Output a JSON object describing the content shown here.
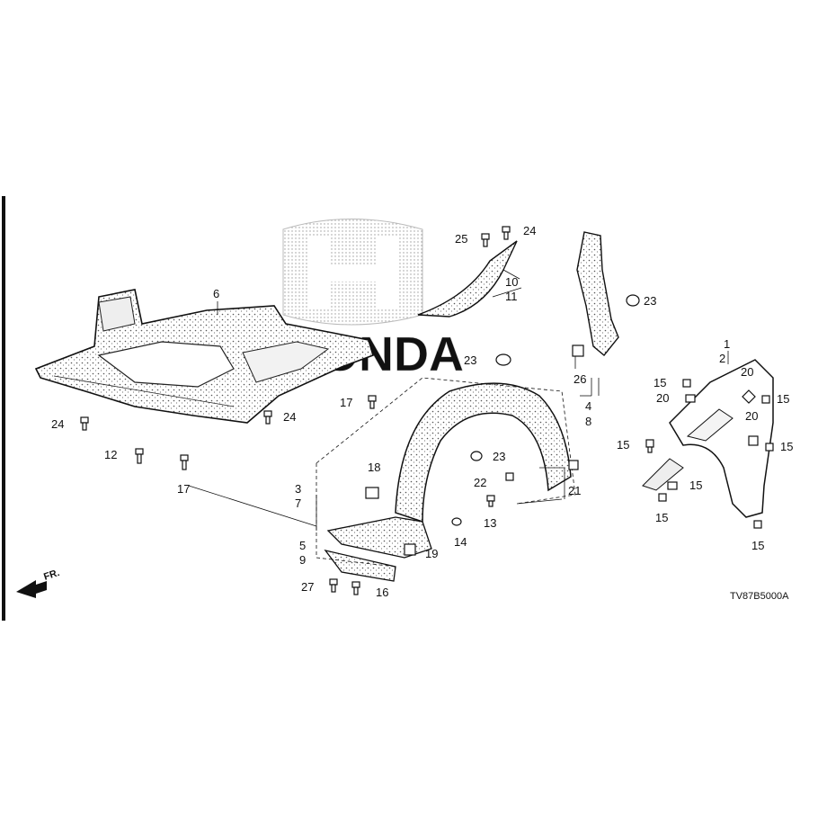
{
  "diagram": {
    "code": "TV87B5000A",
    "direction_label": "FR.",
    "callouts": [
      {
        "key": "c1",
        "text": "1"
      },
      {
        "key": "c2",
        "text": "2"
      },
      {
        "key": "c3",
        "text": "3"
      },
      {
        "key": "c4",
        "text": "4"
      },
      {
        "key": "c5",
        "text": "5"
      },
      {
        "key": "c6",
        "text": "6"
      },
      {
        "key": "c7",
        "text": "7"
      },
      {
        "key": "c8",
        "text": "8"
      },
      {
        "key": "c9",
        "text": "9"
      },
      {
        "key": "c10",
        "text": "10"
      },
      {
        "key": "c11",
        "text": "11"
      },
      {
        "key": "c12",
        "text": "12"
      },
      {
        "key": "c13",
        "text": "13"
      },
      {
        "key": "c14",
        "text": "14"
      },
      {
        "key": "c15a",
        "text": "15"
      },
      {
        "key": "c15b",
        "text": "15"
      },
      {
        "key": "c15c",
        "text": "15"
      },
      {
        "key": "c15d",
        "text": "15"
      },
      {
        "key": "c15e",
        "text": "15"
      },
      {
        "key": "c15f",
        "text": "15"
      },
      {
        "key": "c15g",
        "text": "15"
      },
      {
        "key": "c16",
        "text": "16"
      },
      {
        "key": "c17a",
        "text": "17"
      },
      {
        "key": "c17b",
        "text": "17"
      },
      {
        "key": "c18",
        "text": "18"
      },
      {
        "key": "c19",
        "text": "19"
      },
      {
        "key": "c20a",
        "text": "20"
      },
      {
        "key": "c20b",
        "text": "20"
      },
      {
        "key": "c20c",
        "text": "20"
      },
      {
        "key": "c21",
        "text": "21"
      },
      {
        "key": "c22",
        "text": "22"
      },
      {
        "key": "c23a",
        "text": "23"
      },
      {
        "key": "c23b",
        "text": "23"
      },
      {
        "key": "c23c",
        "text": "23"
      },
      {
        "key": "c24a",
        "text": "24"
      },
      {
        "key": "c24b",
        "text": "24"
      },
      {
        "key": "c24c",
        "text": "24"
      },
      {
        "key": "c25",
        "text": "25"
      },
      {
        "key": "c26",
        "text": "26"
      },
      {
        "key": "c27",
        "text": "27"
      }
    ],
    "watermark_text": "HONDA"
  }
}
